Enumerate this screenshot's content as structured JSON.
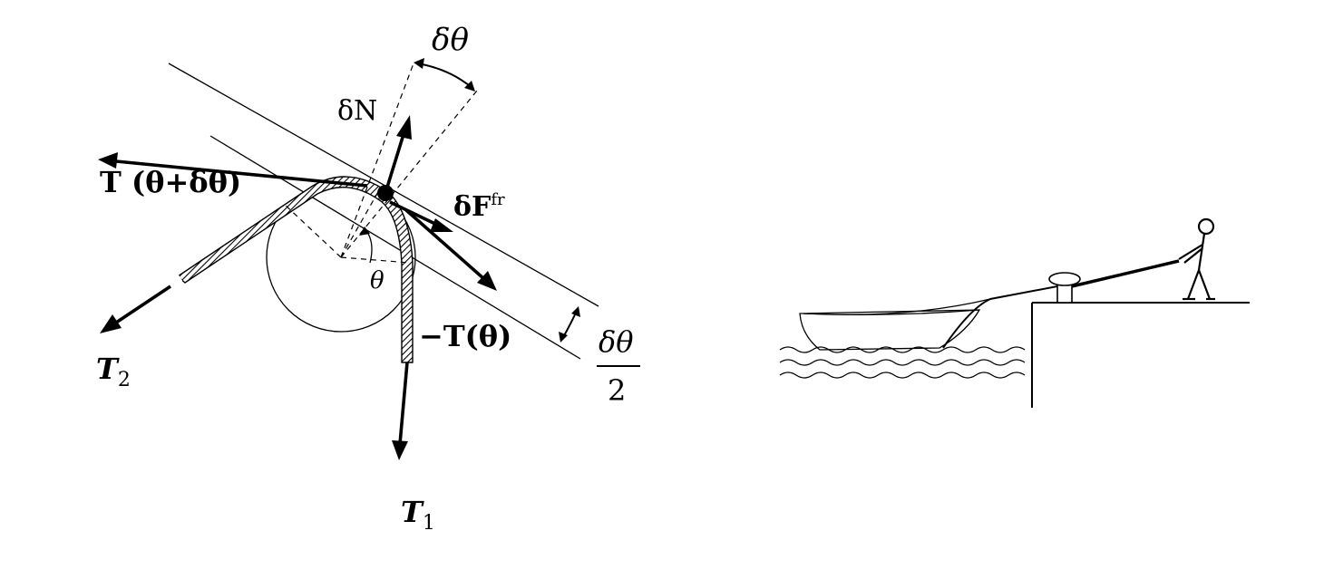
{
  "left_figure": {
    "labels": {
      "d_theta_top": "δθ",
      "d_N": "δN",
      "T_theta_plus": "T (θ+δθ)",
      "d_F_fr": "δF",
      "d_F_fr_sup": "fr",
      "theta": "θ",
      "minus_T_theta": "−T(θ)",
      "T2": "T",
      "T2_sub": "2",
      "T1": "T",
      "T1_sub": "1",
      "frac_num": "δθ",
      "frac_den": "2"
    }
  },
  "right_figure": {
    "scene": [
      "boat",
      "water",
      "dock",
      "bollard",
      "rope",
      "person"
    ]
  }
}
